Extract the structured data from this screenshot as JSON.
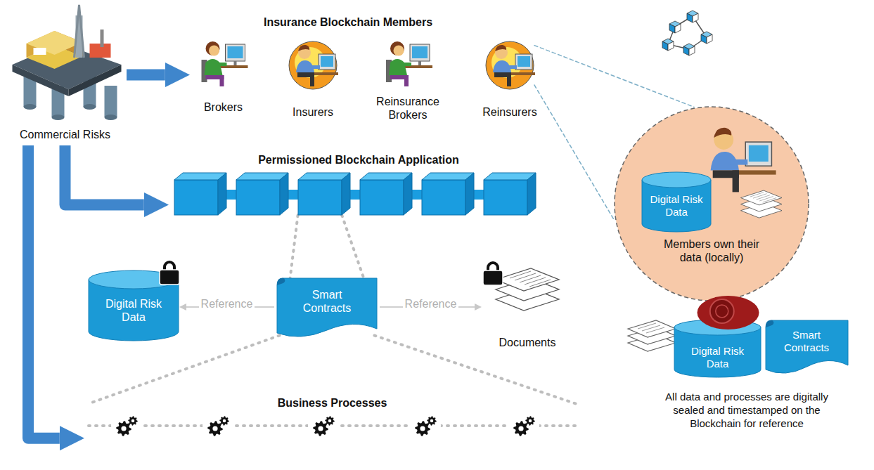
{
  "diagram": {
    "nodes": [
      {
        "text": [
          "Commercial Risks"
        ]
      },
      {
        "text": [
          "Brokers"
        ]
      },
      {
        "text": [
          "Insurers"
        ]
      },
      {
        "text": [
          "Reinsurance Brokers"
        ]
      },
      {
        "text": [
          "Reinsurers"
        ]
      },
      {
        "text": [
          "Members own their data (locally)"
        ]
      },
      {
        "text": [
          "Digital Risk Data"
        ],
        "in": 5
      },
      {
        "text": [
          "Permissioned Blockchain Application"
        ]
      },
      {
        "text": [
          "Digital Risk Data"
        ]
      },
      {
        "text": [
          "Smart Contracts"
        ]
      },
      {
        "text": [
          "Documents"
        ]
      },
      {
        "text": [
          "Business Processes"
        ]
      },
      {
        "text": [
          "Digital Risk Data"
        ]
      },
      {
        "text": [
          "Smart Contracts"
        ]
      }
    ],
    "edges": [
      {
        "from": 0,
        "to": 1,
        "arrow": "to"
      },
      {
        "from": 0,
        "to": 7,
        "arrow": "to"
      },
      {
        "from": 0,
        "to": 11,
        "arrow": "to"
      },
      {
        "from": 9,
        "to": 8,
        "label": "Reference",
        "arrow": "to"
      },
      {
        "from": 9,
        "to": 10,
        "label": "Reference",
        "arrow": "to"
      },
      {
        "from": 7,
        "to": 9,
        "arrow": "none"
      },
      {
        "from": 9,
        "to": 11,
        "arrow": "none"
      },
      {
        "from": 4,
        "to": 5,
        "arrow": "none"
      }
    ],
    "labels": [
      "Insurance Blockchain Members",
      "All data and processes are digitally sealed and timestamped on the Blockchain for reference"
    ]
  }
}
